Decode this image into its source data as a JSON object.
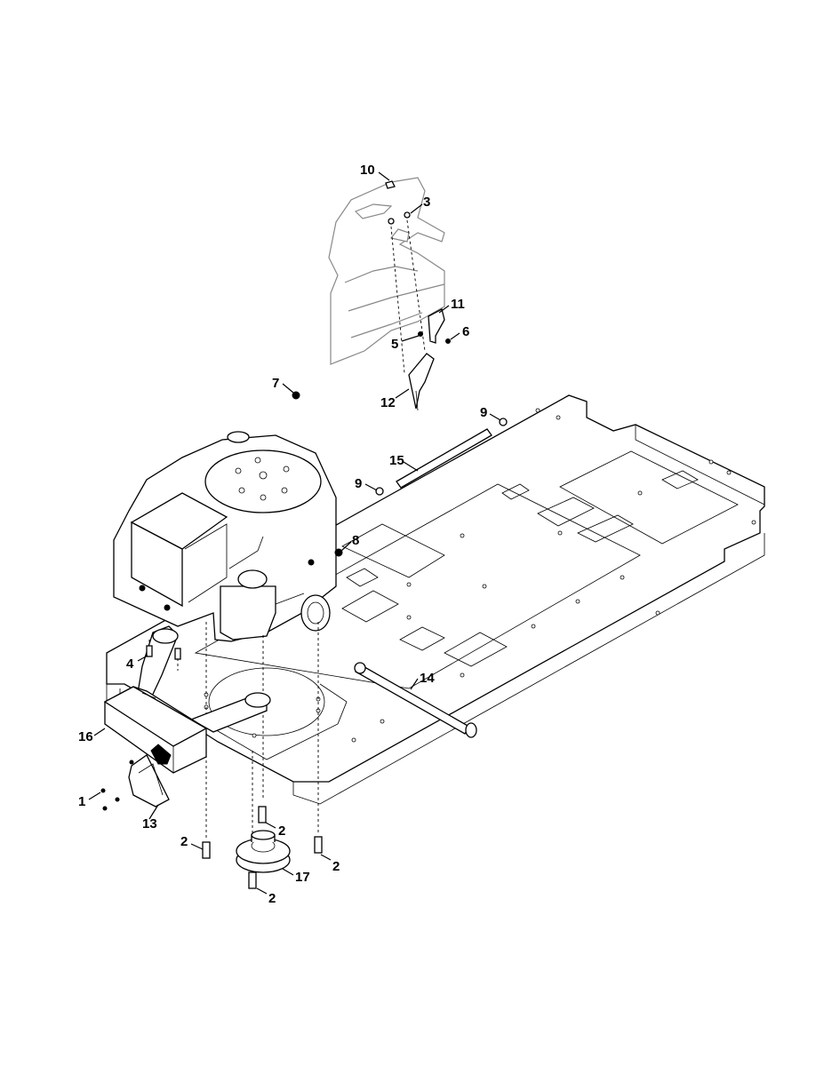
{
  "callouts": {
    "c1": "1",
    "c2a": "2",
    "c2b": "2",
    "c2c": "2",
    "c2d": "2",
    "c3": "3",
    "c4": "4",
    "c5": "5",
    "c6": "6",
    "c7": "7",
    "c8": "8",
    "c9a": "9",
    "c9b": "9",
    "c10": "10",
    "c11": "11",
    "c12": "12",
    "c13": "13",
    "c14": "14",
    "c15": "15",
    "c16": "16",
    "c17": "17"
  }
}
